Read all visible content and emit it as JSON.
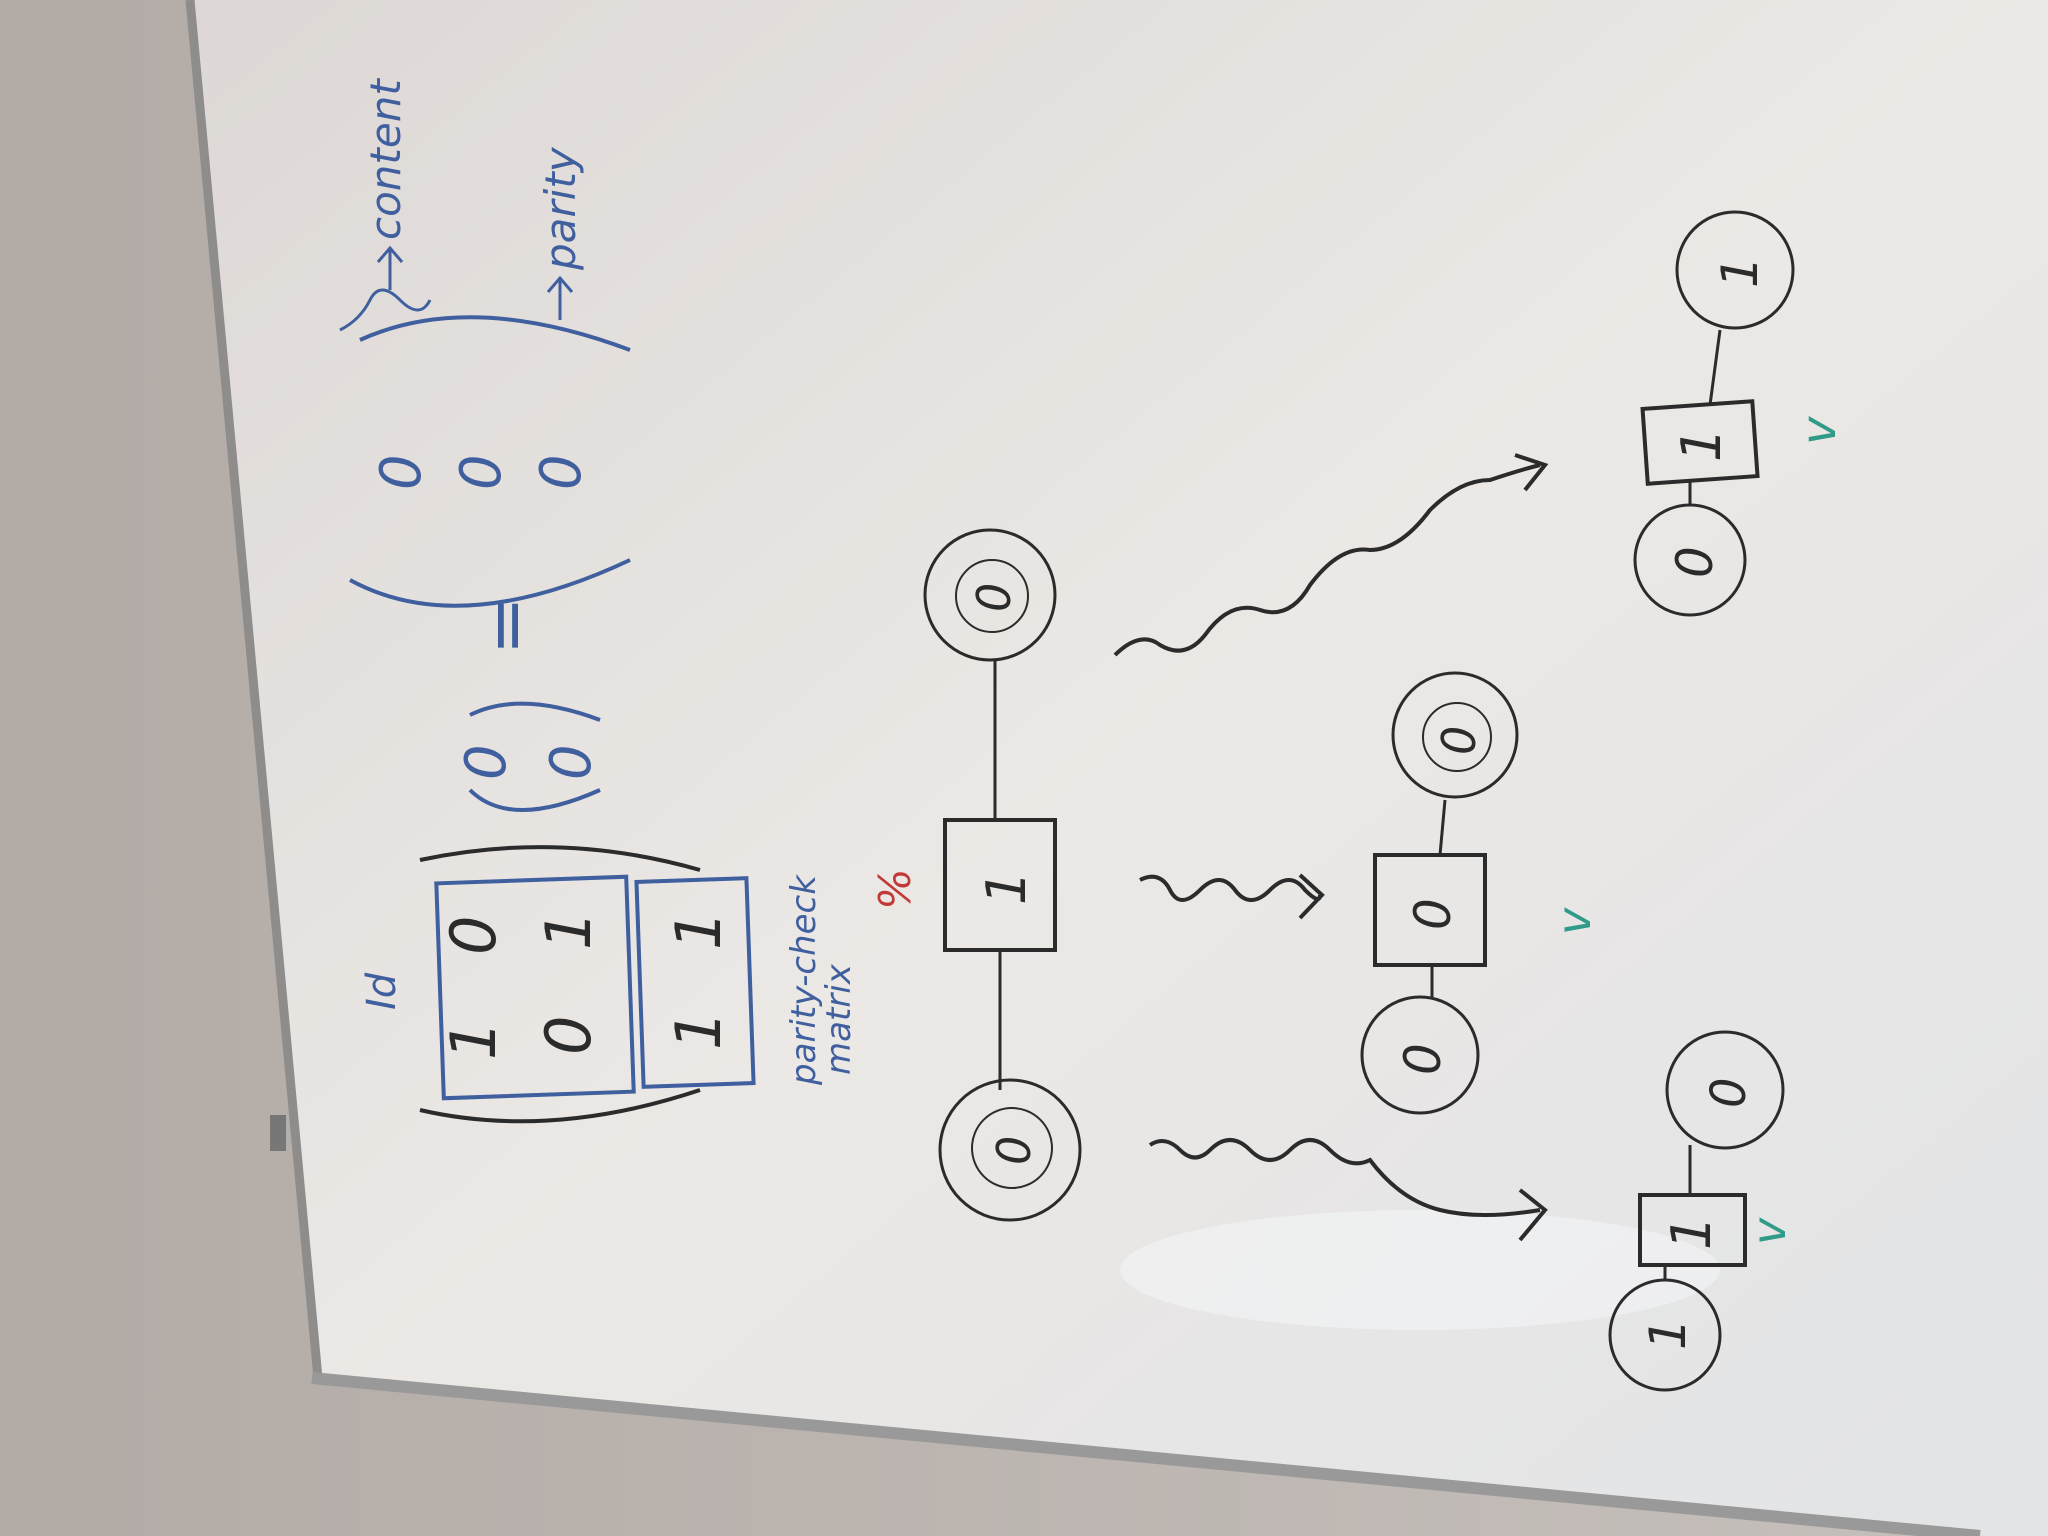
{
  "photo": {
    "subject": "whiteboard",
    "colors": {
      "wall": "#b9b2ad",
      "board": "#e9e6e2",
      "frame": "#8e8d8c",
      "black_marker": "#2b2b2b",
      "blue_marker": "#3f5f9e",
      "red_marker": "#c23a37",
      "green_marker": "#2f9b88"
    }
  },
  "matrix": {
    "id_label": "Id",
    "identity_rows": [
      [
        "1",
        "0"
      ],
      [
        "0",
        "1"
      ]
    ],
    "parity_row": [
      "1",
      "1"
    ],
    "parity_label_line1": "parity-check",
    "parity_label_line2": "matrix",
    "vector": [
      "0",
      "0"
    ],
    "equals": "=",
    "result": [
      "0",
      "0",
      "0"
    ],
    "content_label": "content",
    "parity_label": "parity"
  },
  "top_graph": {
    "left_node": "0",
    "check_node": "1",
    "right_node": "0",
    "status": "%"
  },
  "left_graph": {
    "left_node": "1",
    "check_node": "1",
    "right_node": "0",
    "status": "v"
  },
  "middle_graph": {
    "left_node": "0",
    "check_node": "0",
    "right_node": "0",
    "status": "v"
  },
  "right_graph": {
    "left_node": "0",
    "check_node": "1",
    "right_node": "1",
    "status": "v"
  }
}
